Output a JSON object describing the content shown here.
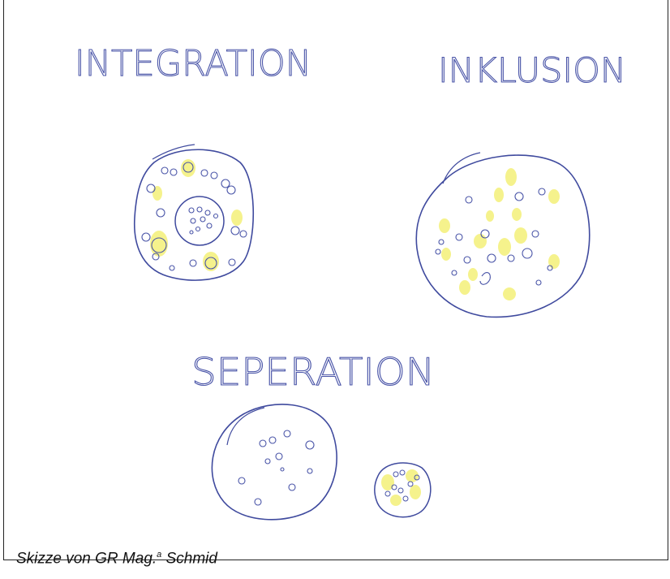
{
  "sketch": {
    "labels": {
      "integration": "INTEGRATION",
      "inklusion": "INKLUSION",
      "seperation": "SEPERATION"
    },
    "colors": {
      "ink": "#3f4a9e",
      "highlight": "#f4f078"
    }
  },
  "caption": {
    "text_before": "Skizze von GR Mag.",
    "superscript": "a",
    "text_after": " Schmid"
  }
}
